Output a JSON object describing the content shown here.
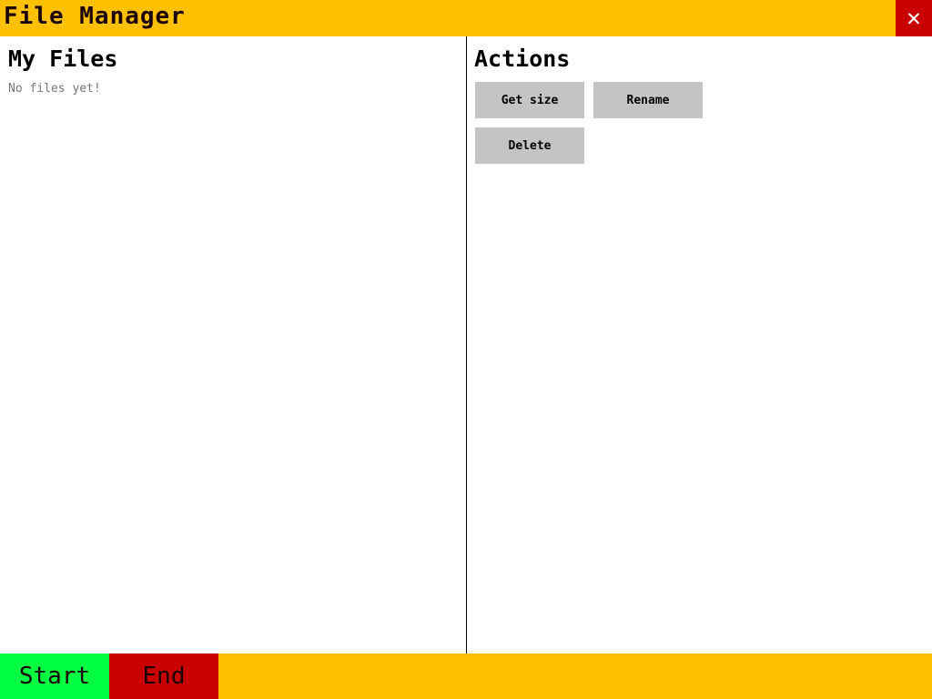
{
  "window": {
    "title": "File Manager",
    "close_icon": "close-icon"
  },
  "files_panel": {
    "heading": "My Files",
    "empty_message": "No files yet!"
  },
  "actions_panel": {
    "heading": "Actions",
    "buttons": [
      "Get size",
      "Rename",
      "Delete"
    ]
  },
  "footer": {
    "start_label": "Start",
    "end_label": "End"
  },
  "colors": {
    "accent": "#ffc000",
    "close": "#c80000",
    "start": "#00ff40",
    "end": "#c80000",
    "button": "#c4c4c4"
  }
}
